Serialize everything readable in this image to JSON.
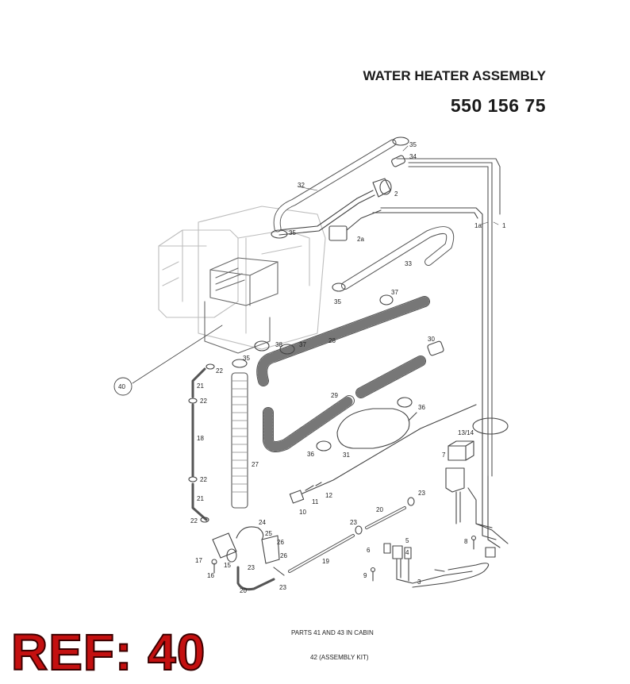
{
  "header": {
    "title": "WATER HEATER ASSEMBLY",
    "part_number": "550 156 75"
  },
  "notes": {
    "line1": "PARTS 41 AND 43 IN CABIN",
    "line2": "42 (ASSEMBLY KIT)"
  },
  "reference": "REF: 40",
  "callouts": [
    "35",
    "34",
    "32",
    "2",
    "2a",
    "1a",
    "1",
    "35",
    "33",
    "35",
    "37",
    "38",
    "37",
    "28",
    "30",
    "36",
    "35",
    "22",
    "21",
    "22",
    "18",
    "22",
    "21",
    "22",
    "27",
    "29",
    "36",
    "38",
    "31",
    "13/14",
    "7",
    "12",
    "11",
    "10",
    "20",
    "23",
    "24",
    "25",
    "26",
    "26",
    "23",
    "19",
    "23",
    "20",
    "17",
    "16",
    "15",
    "6",
    "5",
    "4",
    "9",
    "8",
    "3",
    "40"
  ]
}
